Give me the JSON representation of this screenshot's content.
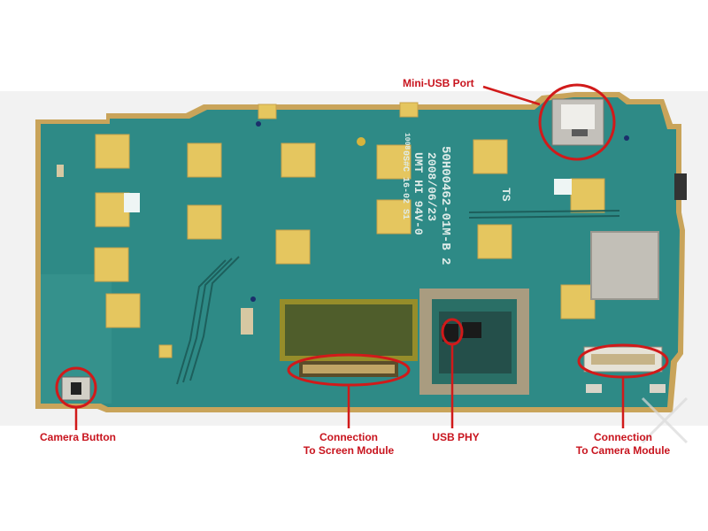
{
  "colors": {
    "annotation": "#d11a1a",
    "pcb": "#2e8a86",
    "pcb_edge": "#c9a45a",
    "pad": "#e5c65f"
  },
  "board": {
    "silkscreen": {
      "part_number": "50H00462-01M-B 2",
      "date": "2008/06/23",
      "rating": "UMT HI 94V-0",
      "code": "0S#C 16-02 S1",
      "ts_mark": "TS",
      "component_code": "1008"
    }
  },
  "labels": {
    "mini_usb": "Mini-USB Port",
    "camera_button": "Camera Button",
    "screen_connection": [
      "Connection",
      "To Screen Module"
    ],
    "usb_phy": "USB PHY",
    "camera_connection": [
      "Connection",
      "To Camera Module"
    ]
  }
}
